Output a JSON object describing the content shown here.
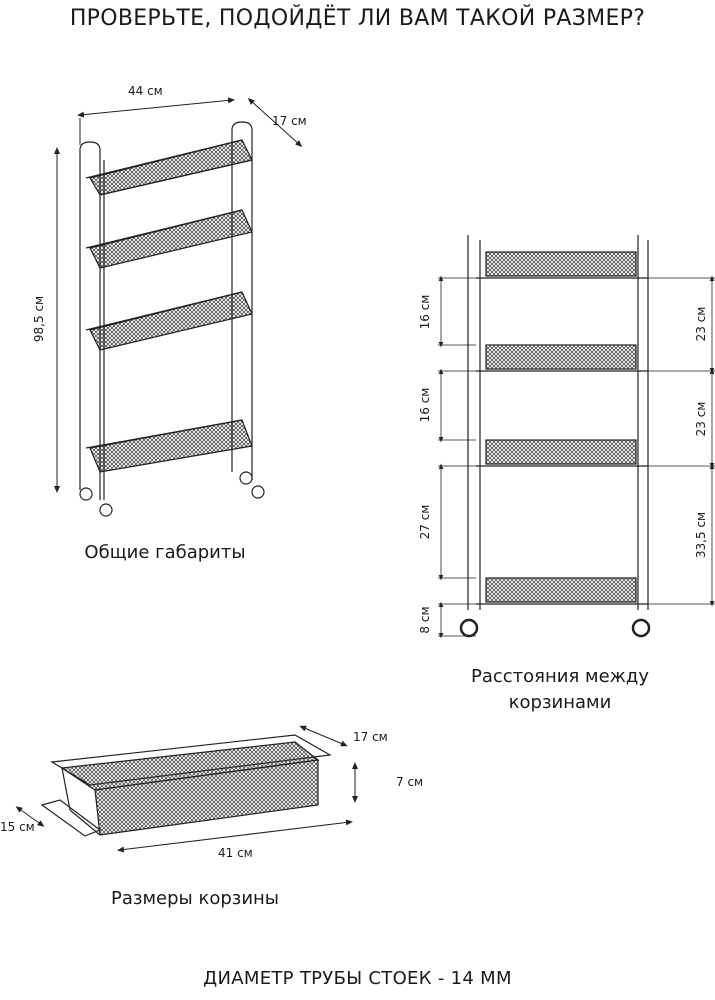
{
  "title": "ПРОВЕРЬТЕ, ПОДОЙДЁТ ЛИ ВАМ ТАКОЙ РАЗМЕР?",
  "overall": {
    "caption": "Общие габариты",
    "width": "44 см",
    "depth": "17 см",
    "height": "98,5 см"
  },
  "spacing": {
    "caption_line1": "Расстояния между",
    "caption_line2": "корзинами",
    "left": [
      "16 см",
      "16 см",
      "27 см",
      "8 см"
    ],
    "right": [
      "23 см",
      "23 см",
      "33,5 см"
    ]
  },
  "basket": {
    "caption": "Размеры корзины",
    "depth": "17 см",
    "height": "7 см",
    "width": "41 см",
    "handle": "15 см"
  },
  "footer": "ДИАМЕТР ТРУБЫ СТОЕК - 14 ММ"
}
